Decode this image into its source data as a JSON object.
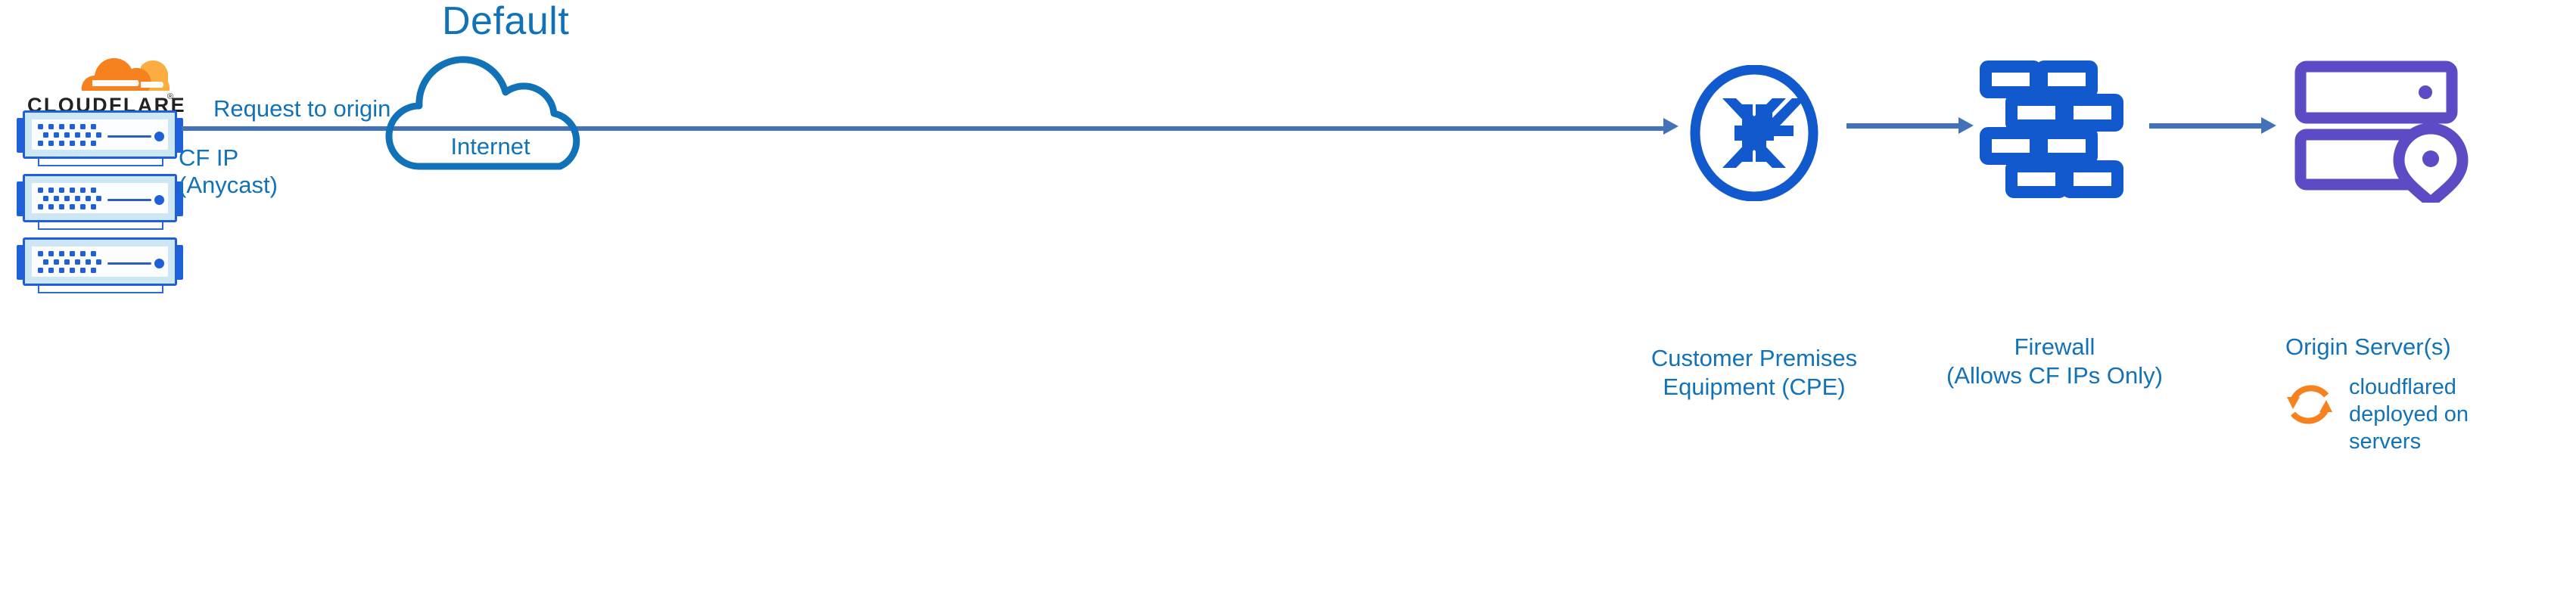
{
  "title": "Default",
  "colors": {
    "label_blue": "#1272B8",
    "flow_blue": "#4472B8",
    "icon_blue": "#1159CC",
    "cloudflare_orange": "#F6821F",
    "cloudflare_orange_light": "#FBAD41",
    "origin_purple": "#5B4BC4",
    "server_blue": "#1F5FD8"
  },
  "brand": {
    "logo_word": "CLOUDFLARE",
    "registered_mark": "®"
  },
  "flow": {
    "request_label": "Request to origin",
    "cf_ip_line1": "CF IP",
    "cf_ip_line2": "(Anycast)"
  },
  "nodes": [
    {
      "id": "internet",
      "icon": "cloud-icon",
      "label": "Internet"
    },
    {
      "id": "cpe",
      "icon": "router-expand-arrows-icon",
      "label_line1": "Customer Premises",
      "label_line2": "Equipment (CPE)"
    },
    {
      "id": "firewall",
      "icon": "brick-wall-icon",
      "label_line1": "Firewall",
      "label_line2": "(Allows CF IPs Only)"
    },
    {
      "id": "origin",
      "icon": "origin-server-pin-icon",
      "label_line1": "Origin Server(s)"
    }
  ],
  "cloudflared": {
    "icon": "sync-arrows-icon",
    "line1": "cloudflared",
    "line2": "deployed on",
    "line3": "servers"
  }
}
